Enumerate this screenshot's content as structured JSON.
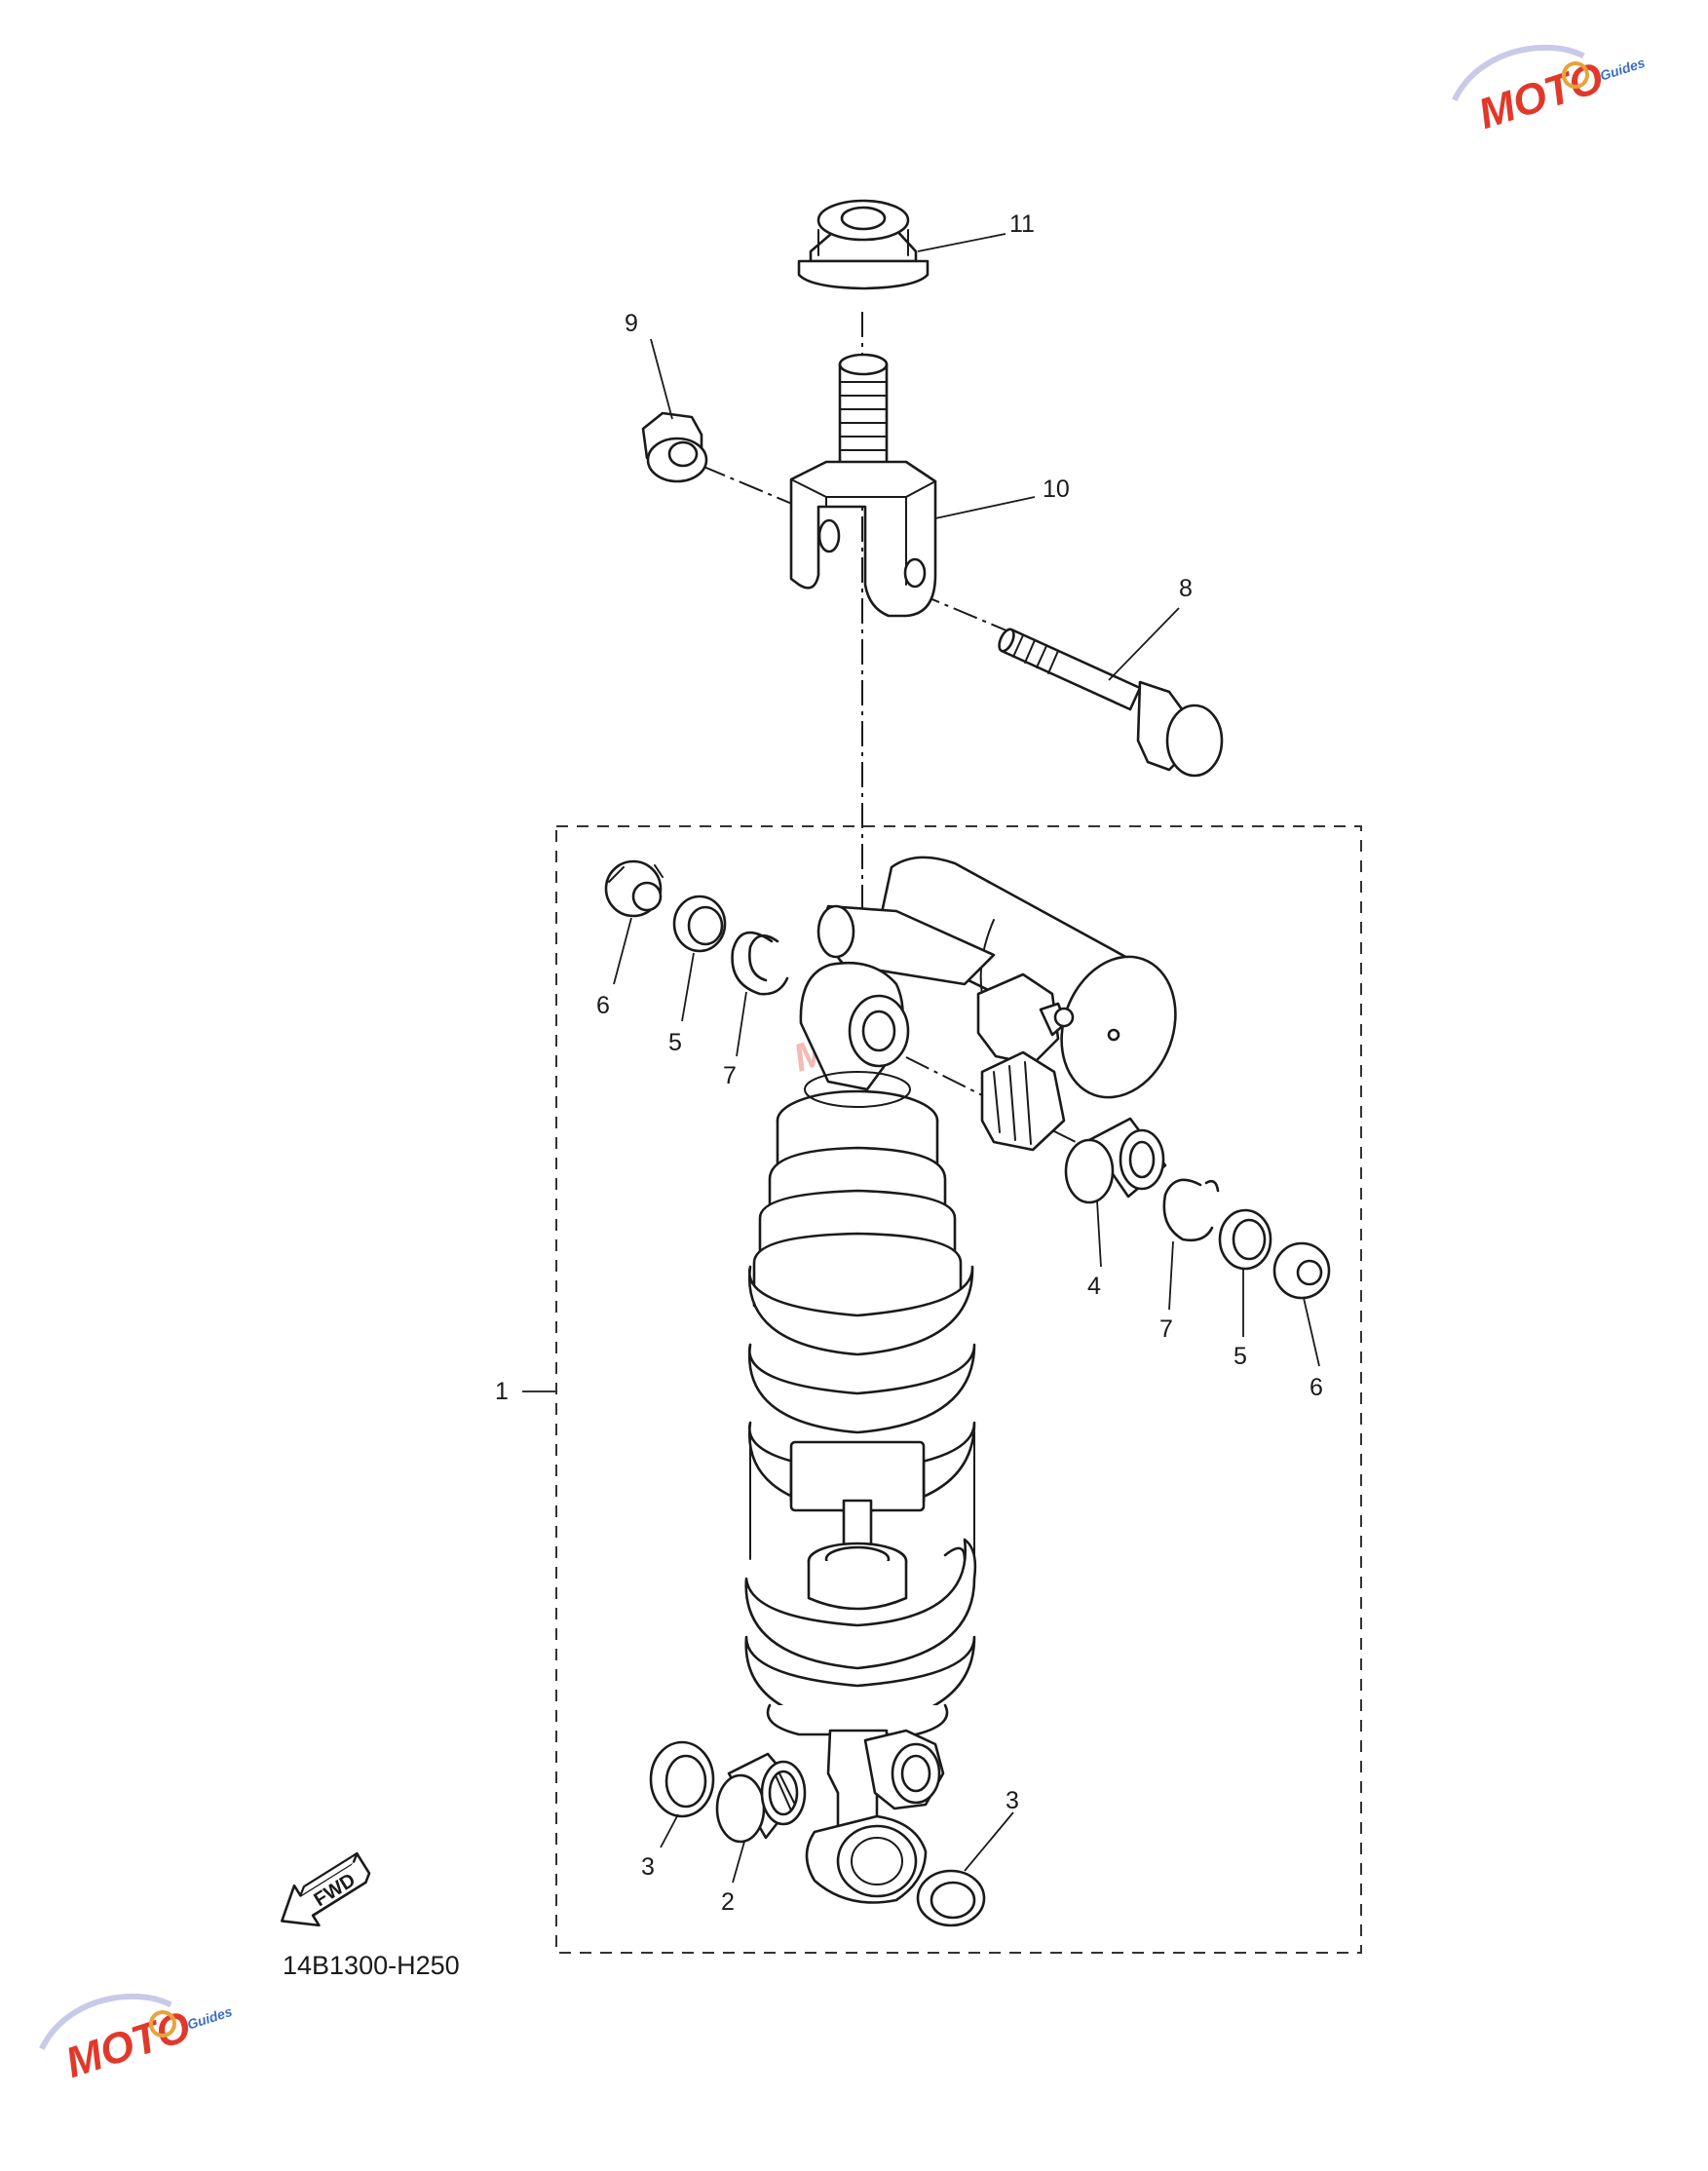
{
  "diagram": {
    "code": "14B1300-H250",
    "fwd_label": "FWD",
    "callouts": [
      "11",
      "9",
      "10",
      "8",
      "6",
      "5",
      "7",
      "4",
      "7",
      "5",
      "6",
      "1",
      "3",
      "2",
      "3"
    ]
  },
  "watermark": {
    "brand": "MOTO",
    "tagline": "Guides",
    "colors": {
      "red": "#e0392b",
      "blue": "#3b6fc4"
    }
  }
}
